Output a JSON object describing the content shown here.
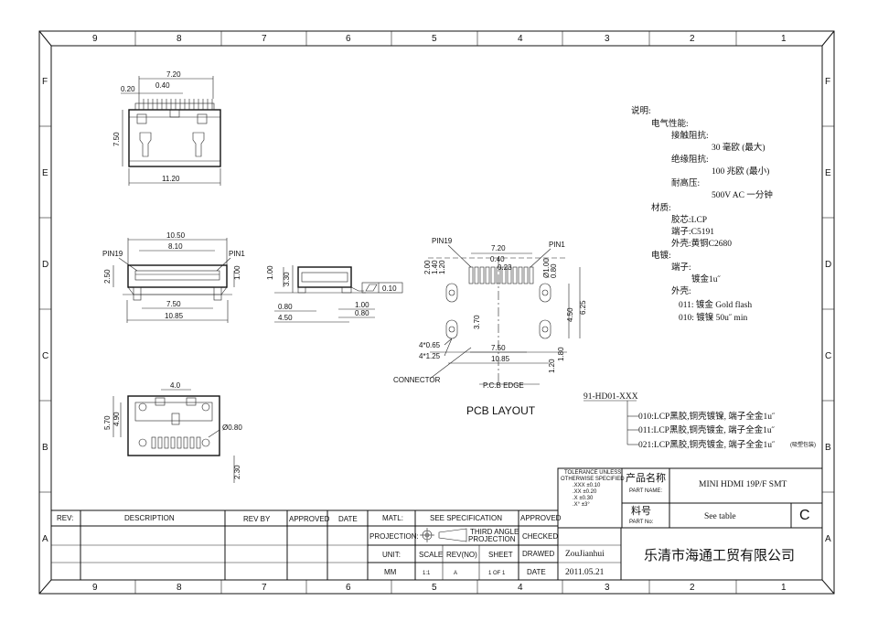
{
  "border": {
    "columns": [
      "9",
      "8",
      "7",
      "6",
      "5",
      "4",
      "3",
      "2",
      "1"
    ],
    "rows": [
      "F",
      "E",
      "D",
      "C",
      "B",
      "A"
    ]
  },
  "views": {
    "top": {
      "dims": [
        "7.20",
        "0.20",
        "0.40",
        "7.50",
        "11.20"
      ]
    },
    "front": {
      "dims": [
        "10.50",
        "8.10",
        "2.50",
        "1.00",
        "7.50",
        "10.85"
      ],
      "pin_left": "PIN19",
      "pin_right": "PIN1"
    },
    "side": {
      "dims": [
        "1.00",
        "3.30",
        "0.80",
        "4.50",
        "1.00",
        "0.80"
      ],
      "flatness": "0.10"
    },
    "pcb": {
      "dims": [
        "7.20",
        "0.40",
        "0.23",
        "2.00",
        "1.40",
        "1.20",
        "Ø1.00",
        "0.80",
        "3.70",
        "4.50",
        "6.25",
        "7.50",
        "10.85",
        "1.20",
        "1.80"
      ],
      "holes": [
        "4*0.65",
        "4*1.25"
      ],
      "pin_left": "PIN19",
      "pin_right": "PIN1",
      "connector": "CONNECTOR",
      "pcb_edge": "P.C.B EDGE",
      "title": "PCB LAYOUT"
    },
    "bottom": {
      "dims": [
        "4.0",
        "5.70",
        "4.90",
        "Ø0.80",
        "2.30"
      ]
    }
  },
  "notes": {
    "lines": [
      "说明:",
      "电气性能:",
      "接触阻抗:",
      "30 毫欧 (最大)",
      "绝缘阻抗:",
      "100 兆欧 (最小)",
      "耐高压:",
      "500V AC 一分钟",
      "材质:",
      "胶芯:LCP",
      "端子:C5191",
      "外壳:黄铜C2680",
      "电镀:",
      "端子:",
      "镀金1u˝",
      "外壳:",
      "011: 镀金 Gold flash",
      "010: 镀镍  50u˝ min"
    ]
  },
  "part_numbers": {
    "base": "91-HD01-XXX",
    "options": [
      "010:LCP黑胶,铜壳镀镍, 端子全金1u˝",
      "011:LCP黑胶,铜壳镀金, 端子全金1u˝",
      "021:LCP黑胶,铜壳镀金, 端子全金1u˝"
    ],
    "option_note": "(吸塑包装)"
  },
  "title_block": {
    "tolerance_title": "TOLERANCE UNLESS",
    "tolerance_title2": "OTHERWISE SPECIFIED",
    "tolerances": [
      ".XXX ±0.10",
      ".XX  ±0.20",
      ".X   ±0.30",
      ".X°   ±3°"
    ],
    "part_name_cn": "产品名称",
    "part_name_en": "PART NAME:",
    "part_name": "MINI HDMI 19P/F SMT",
    "part_no_cn": "料号",
    "part_no_en": "PART No:",
    "part_no": "See table",
    "rev_letter": "C",
    "rev_header": "REV:",
    "desc_header": "DESCRIPTION",
    "rev_by_header": "REV BY",
    "approved_header": "APPROVED",
    "date_header": "DATE",
    "matl_label": "MATL:",
    "matl_value": "SEE SPECIFICATION",
    "approved_label": "APPROVED",
    "projection_label": "PROJECTION:",
    "projection_value": "THIRD ANGLE",
    "projection_value2": "PROJECTION",
    "checked_label": "CHECKED",
    "unit_label": "UNIT:",
    "scale_label": "SCALE",
    "revno_label": "REV(NO)",
    "sheet_label": "SHEET",
    "drawed_label": "DRAWED",
    "drawer": "ZouJianhui",
    "unit_value": "MM",
    "scale_value": "1:1",
    "rev_value": "A",
    "sheet_value": "1 OF 1",
    "date_label": "DATE",
    "date_value": "2011.05.21",
    "company": "乐清市海通工贸有限公司"
  }
}
